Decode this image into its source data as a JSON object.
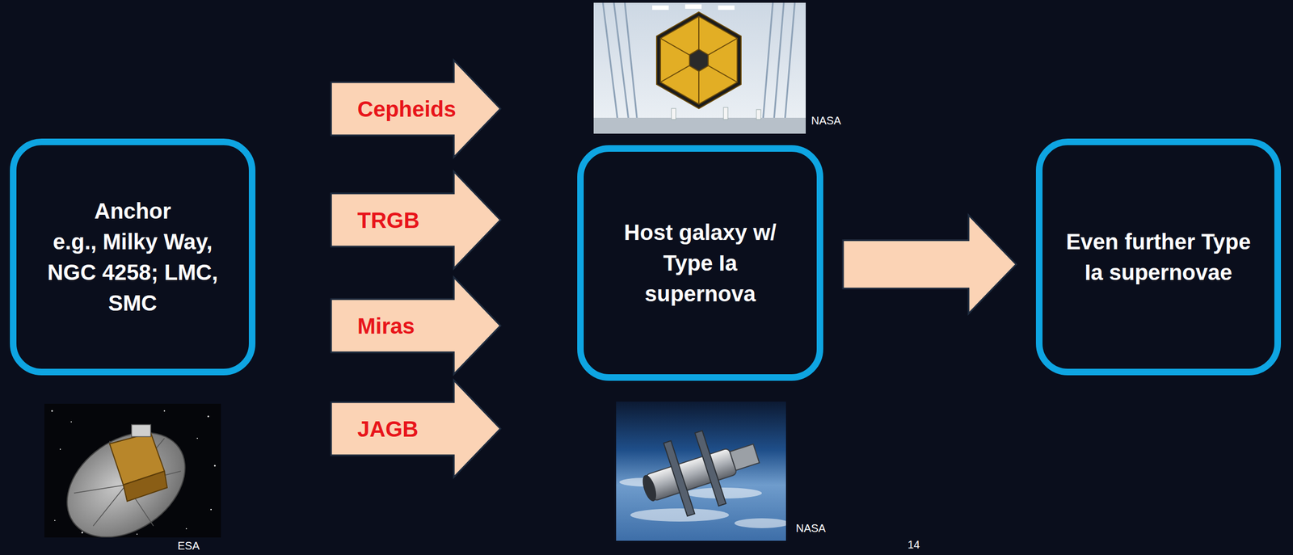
{
  "diagram": {
    "nodes": [
      {
        "text": [
          "Anchor",
          "e.g., Milky Way, NGC 4258; LMC, SMC"
        ]
      },
      {
        "text": [
          "Cepheids"
        ]
      },
      {
        "text": [
          "TRGB"
        ]
      },
      {
        "text": [
          "Miras"
        ]
      },
      {
        "text": [
          "JAGB"
        ]
      },
      {
        "text": [
          "Host galaxy w/ Type Ia supernova"
        ]
      },
      {
        "text": [
          "Even further Type Ia supernovae"
        ]
      }
    ],
    "edges": [
      {
        "from": 5,
        "to": 6,
        "arrow": "to"
      }
    ],
    "labels": [
      "NASA",
      "NASA",
      "ESA",
      "14"
    ]
  }
}
